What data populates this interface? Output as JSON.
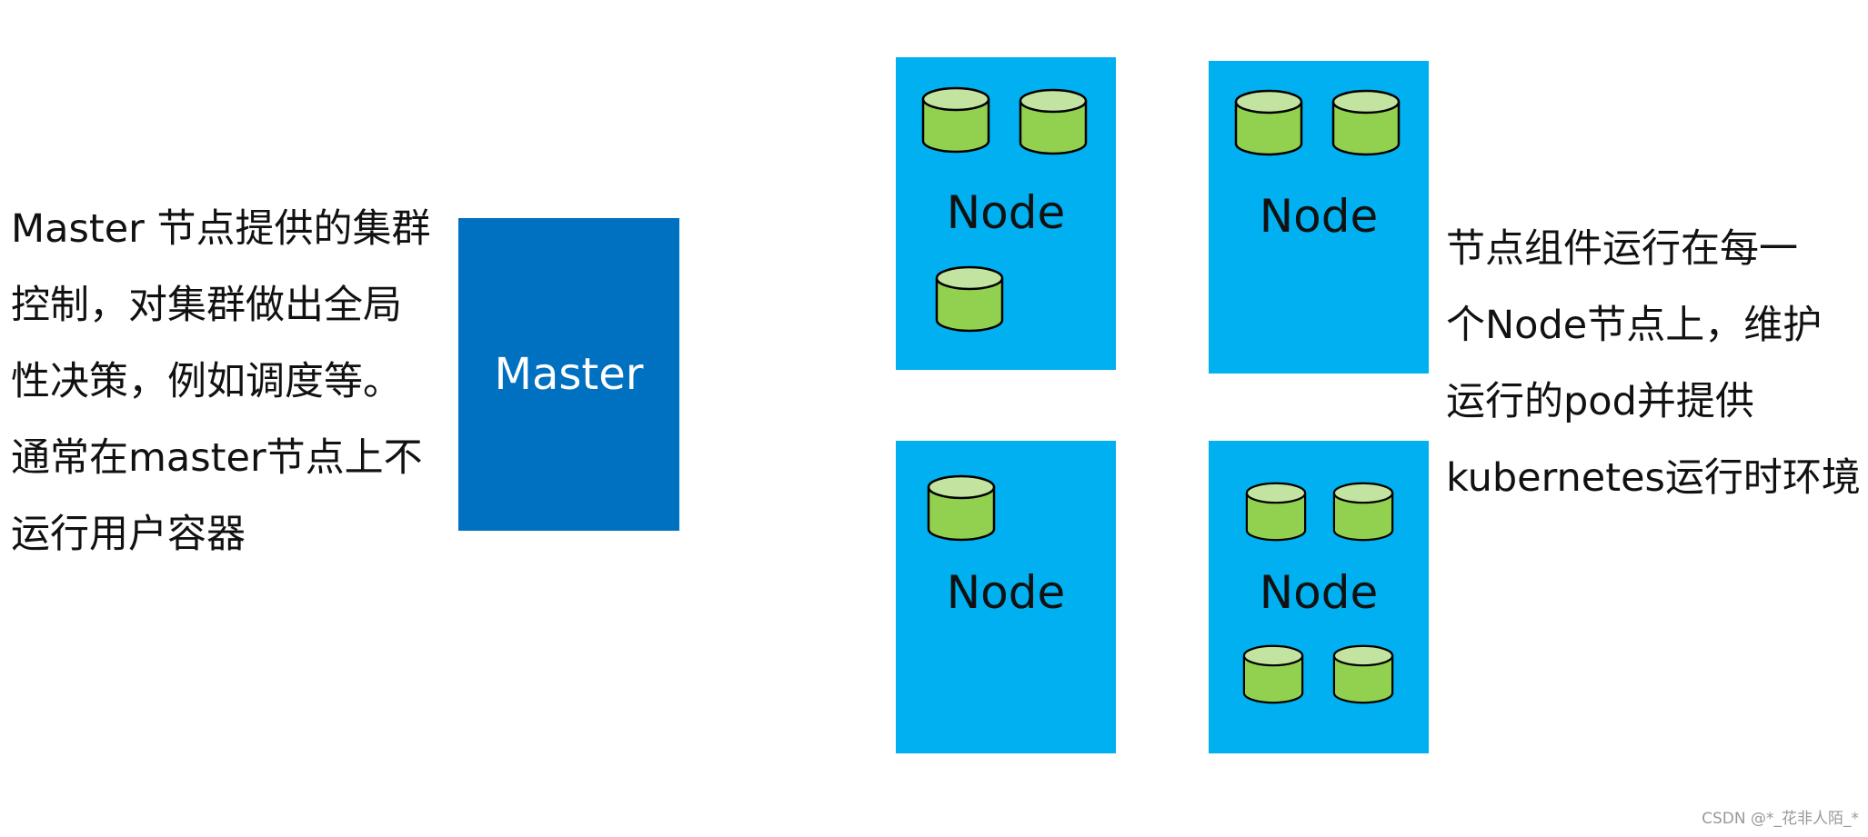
{
  "left_description": [
    "Master 节点提供的集群",
    "控制，对集群做出全局",
    "性决策，例如调度等。",
    "通常在master节点上不",
    "运行用户容器"
  ],
  "master": {
    "label": "Master",
    "color": "#0070C0"
  },
  "nodes": [
    {
      "label": "Node",
      "pod_count": 3
    },
    {
      "label": "Node",
      "pod_count": 2
    },
    {
      "label": "Node",
      "pod_count": 1
    },
    {
      "label": "Node",
      "pod_count": 4
    }
  ],
  "node_color": "#00B0F0",
  "pod_color": "#92D050",
  "pod_top_color": "#C3E3A0",
  "right_description": [
    "节点组件运行在每一",
    "个Node节点上，维护",
    "运行的pod并提供",
    "kubernetes运行时环境"
  ],
  "watermark": "CSDN @*_花非人陌_*"
}
